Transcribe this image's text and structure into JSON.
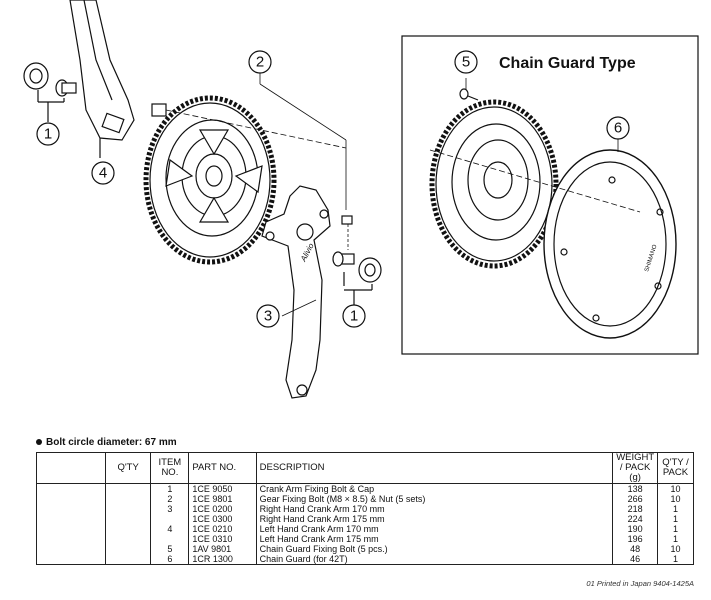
{
  "inset": {
    "title": "Chain Guard Type"
  },
  "callouts": {
    "c1a": "1",
    "c1b": "1",
    "c2": "2",
    "c3": "3",
    "c4": "4",
    "c5": "5",
    "c6": "6"
  },
  "engravings": {
    "crank_logo": "Alivio",
    "chainguard_text": "SHIMANO"
  },
  "bolt_circle": "Bolt circle diameter: 67 mm",
  "table": {
    "headers": {
      "qty": "Q'TY",
      "item_no": "ITEM NO.",
      "part_no": "PART NO.",
      "description": "DESCRIPTION",
      "weight": "WEIGHT / PACK (g)",
      "qty_pack": "Q'TY / PACK"
    },
    "rows": [
      {
        "item": "1",
        "part": "1CE 9050",
        "desc": "Crank Arm Fixing Bolt & Cap",
        "weight": "138",
        "qty_pack": "10"
      },
      {
        "item": "2",
        "part": "1CE 9801",
        "desc": "Gear Fixing Bolt (M8 × 8.5) & Nut (5 sets)",
        "weight": "266",
        "qty_pack": "10"
      },
      {
        "item": "3",
        "part": "1CE 0200",
        "desc": "Right Hand Crank Arm 170 mm",
        "weight": "218",
        "qty_pack": "1"
      },
      {
        "item": "",
        "part": "1CE 0300",
        "desc": "Right Hand Crank Arm 175 mm",
        "weight": "224",
        "qty_pack": "1"
      },
      {
        "item": "4",
        "part": "1CE 0210",
        "desc": "Left Hand Crank Arm 170 mm",
        "weight": "190",
        "qty_pack": "1"
      },
      {
        "item": "",
        "part": "1CE 0310",
        "desc": "Left Hand Crank Arm 175 mm",
        "weight": "196",
        "qty_pack": "1"
      },
      {
        "item": "5",
        "part": "1AV 9801",
        "desc": "Chain Guard Fixing Bolt (5 pcs.)",
        "weight": "48",
        "qty_pack": "10"
      },
      {
        "item": "6",
        "part": "1CR 1300",
        "desc": "Chain Guard (for 42T)",
        "weight": "46",
        "qty_pack": "1"
      }
    ]
  },
  "footer": "01 Printed in Japan 9404-1425A"
}
